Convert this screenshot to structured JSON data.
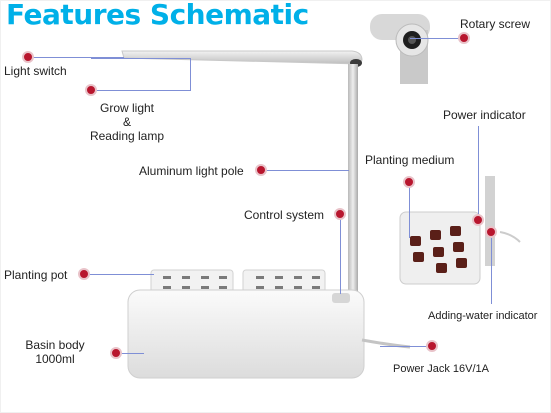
{
  "title": "Features Schematic",
  "colors": {
    "title": "#00b0e8",
    "dot": "#b8162e",
    "leader": "#7f8fd6"
  },
  "labels": {
    "rotary_screw": "Rotary screw",
    "light_switch": "Light switch",
    "grow_light_1": "Grow light",
    "grow_light_2": "&",
    "grow_light_3": "Reading lamp",
    "aluminum_pole": "Aluminum  light pole",
    "planting_medium": "Planting medium",
    "power_indicator": "Power indicator",
    "control_system": "Control system",
    "planting_pot": "Planting pot",
    "basin_body_1": "Basin body",
    "basin_body_2": "1000ml",
    "adding_water": "Adding-water indicator",
    "power_jack": "Power Jack 16V/1A"
  }
}
